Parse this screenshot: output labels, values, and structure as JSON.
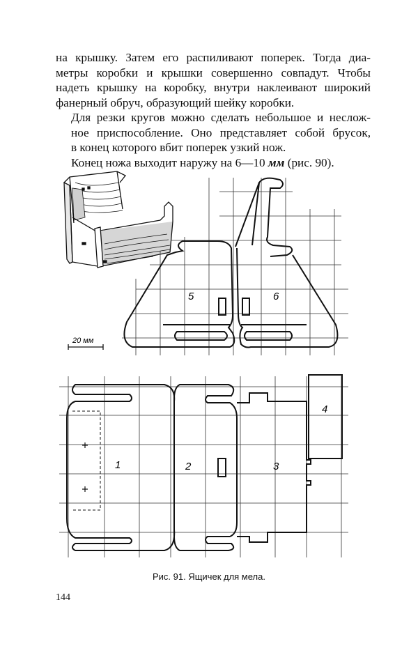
{
  "paragraphs": [
    {
      "lines": [
        "на крышку. Затем его распиливают поперек. Тогда диа-",
        "метры коробки и крышки совершенно совпадут. Чтобы",
        "надеть крышку на коробку, внутри наклеивают широкий",
        "фанерный обруч, образующий шейку коробки."
      ]
    },
    {
      "lines": [
        "Для резки кругов можно сделать небольшое и неслож-",
        "ное приспособление. Оно представляет собой брусок,",
        "в конец которого вбит поперек узкий нож."
      ]
    },
    {
      "line_start": "Конец ножа выходит наружу на 6—10 ",
      "unit": "мм",
      "line_end": " (рис. 90)."
    }
  ],
  "figure": {
    "scale_label": "20 мм",
    "part_labels": [
      "5",
      "6",
      "1",
      "2",
      "3",
      "4"
    ],
    "caption": "Рис. 91. Ящичек для мела."
  },
  "page_number": "144"
}
